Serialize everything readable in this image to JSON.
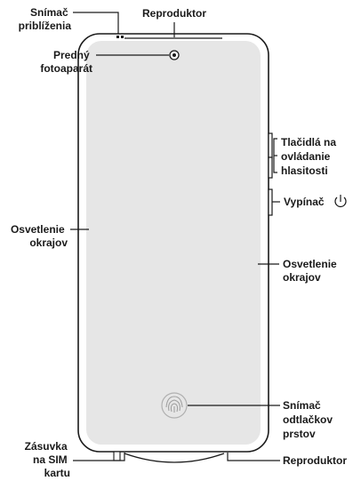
{
  "labels": {
    "proximity_sensor": [
      "Snímač",
      "priblíženia"
    ],
    "earpiece": "Reproduktor",
    "front_camera": [
      "Predný",
      "fotoaparát"
    ],
    "volume_buttons": [
      "Tlačidlá na",
      "ovládanie",
      "hlasitosti"
    ],
    "power_button": "Vypínač",
    "edge_lighting_left": [
      "Osvetlenie",
      "okrajov"
    ],
    "edge_lighting_right": [
      "Osvetlenie",
      "okrajov"
    ],
    "fingerprint_sensor": [
      "Snímač",
      "odtlačkov",
      "prstov"
    ],
    "sim_slot": [
      "Zásuvka",
      "na SIM",
      "kartu"
    ],
    "bottom_speaker": "Reproduktor"
  },
  "icons": {
    "power": "power-icon",
    "fingerprint": "fingerprint-icon",
    "camera": "front-camera-icon"
  },
  "colors": {
    "screen": "#e6e6e6",
    "outline": "#1a1a1a",
    "text": "#1a1a1a"
  }
}
